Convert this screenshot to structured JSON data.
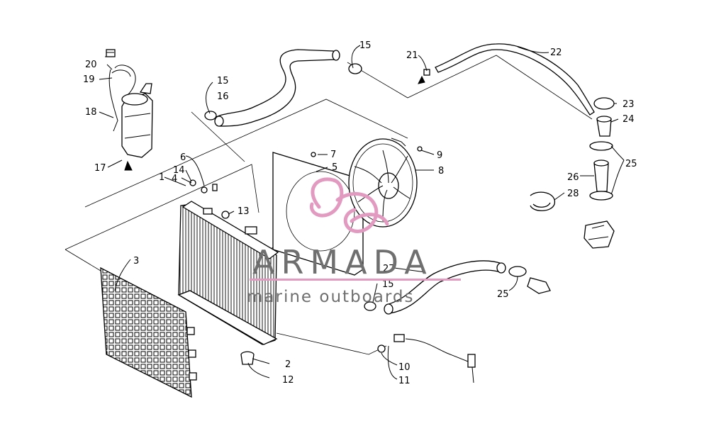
{
  "callouts": {
    "c1": "1",
    "c2": "2",
    "c3": "3",
    "c4": "4",
    "c5": "5",
    "c6": "6",
    "c7": "7",
    "c8": "8",
    "c9": "9",
    "c10": "10",
    "c11": "11",
    "c12": "12",
    "c13": "13",
    "c14": "14",
    "c15a": "15",
    "c15b": "15",
    "c15c": "15",
    "c16": "16",
    "c17": "17",
    "c18": "18",
    "c19": "19",
    "c20": "20",
    "c21": "21",
    "c22": "22",
    "c23": "23",
    "c24": "24",
    "c25a": "25",
    "c25b": "25",
    "c26": "26",
    "c27": "27",
    "c28": "28"
  },
  "watermark": {
    "title": "ARMADA",
    "subtitle": "marine outboards",
    "logo": "armada-logo",
    "logo_color": "#e39ac0",
    "text_color": "#6f6f6f"
  }
}
